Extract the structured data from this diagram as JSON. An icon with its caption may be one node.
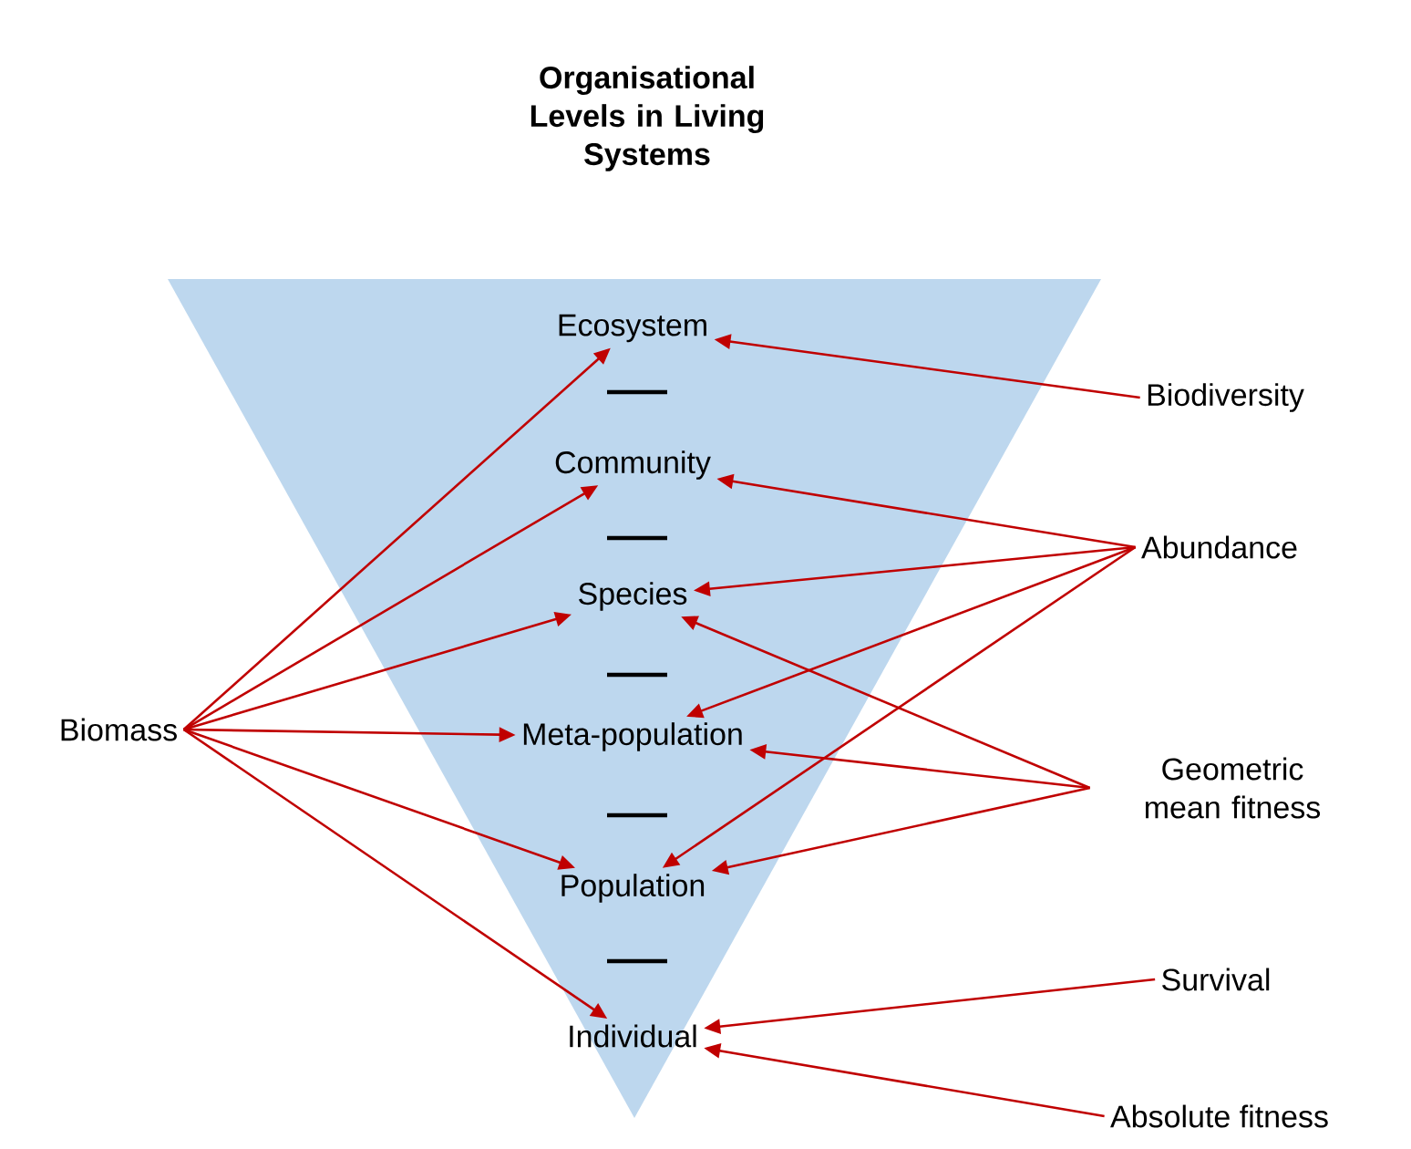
{
  "diagram": {
    "title": "Organisational Levels in Living Systems",
    "nodes": [
      {
        "text": [],
        "shape": "triangle"
      },
      {
        "text": [
          "Ecosystem"
        ],
        "in": 0
      },
      {
        "text": [
          "Community"
        ],
        "in": 0
      },
      {
        "text": [
          "Species"
        ],
        "in": 0
      },
      {
        "text": [
          "Meta-population"
        ],
        "in": 0
      },
      {
        "text": [
          "Population"
        ],
        "in": 0
      },
      {
        "text": [
          "Individual"
        ],
        "in": 0
      },
      {
        "text": [
          "Biomass"
        ]
      },
      {
        "text": [
          "Biodiversity"
        ]
      },
      {
        "text": [
          "Abundance"
        ]
      },
      {
        "text": [
          "Geometric mean fitness"
        ]
      },
      {
        "text": [
          "Survival"
        ]
      },
      {
        "text": [
          "Absolute fitness"
        ]
      }
    ],
    "edges": [
      {
        "from": 7,
        "to": 1,
        "arrow": "to"
      },
      {
        "from": 7,
        "to": 2,
        "arrow": "to"
      },
      {
        "from": 7,
        "to": 3,
        "arrow": "to"
      },
      {
        "from": 7,
        "to": 4,
        "arrow": "to"
      },
      {
        "from": 7,
        "to": 5,
        "arrow": "to"
      },
      {
        "from": 7,
        "to": 6,
        "arrow": "to"
      },
      {
        "from": 8,
        "to": 1,
        "arrow": "to"
      },
      {
        "from": 9,
        "to": 2,
        "arrow": "to"
      },
      {
        "from": 9,
        "to": 3,
        "arrow": "to"
      },
      {
        "from": 9,
        "to": 4,
        "arrow": "to"
      },
      {
        "from": 9,
        "to": 5,
        "arrow": "to"
      },
      {
        "from": 10,
        "to": 3,
        "arrow": "to"
      },
      {
        "from": 10,
        "to": 4,
        "arrow": "to"
      },
      {
        "from": 10,
        "to": 5,
        "arrow": "to"
      },
      {
        "from": 11,
        "to": 6,
        "arrow": "to"
      },
      {
        "from": 12,
        "to": 6,
        "arrow": "to"
      }
    ]
  }
}
